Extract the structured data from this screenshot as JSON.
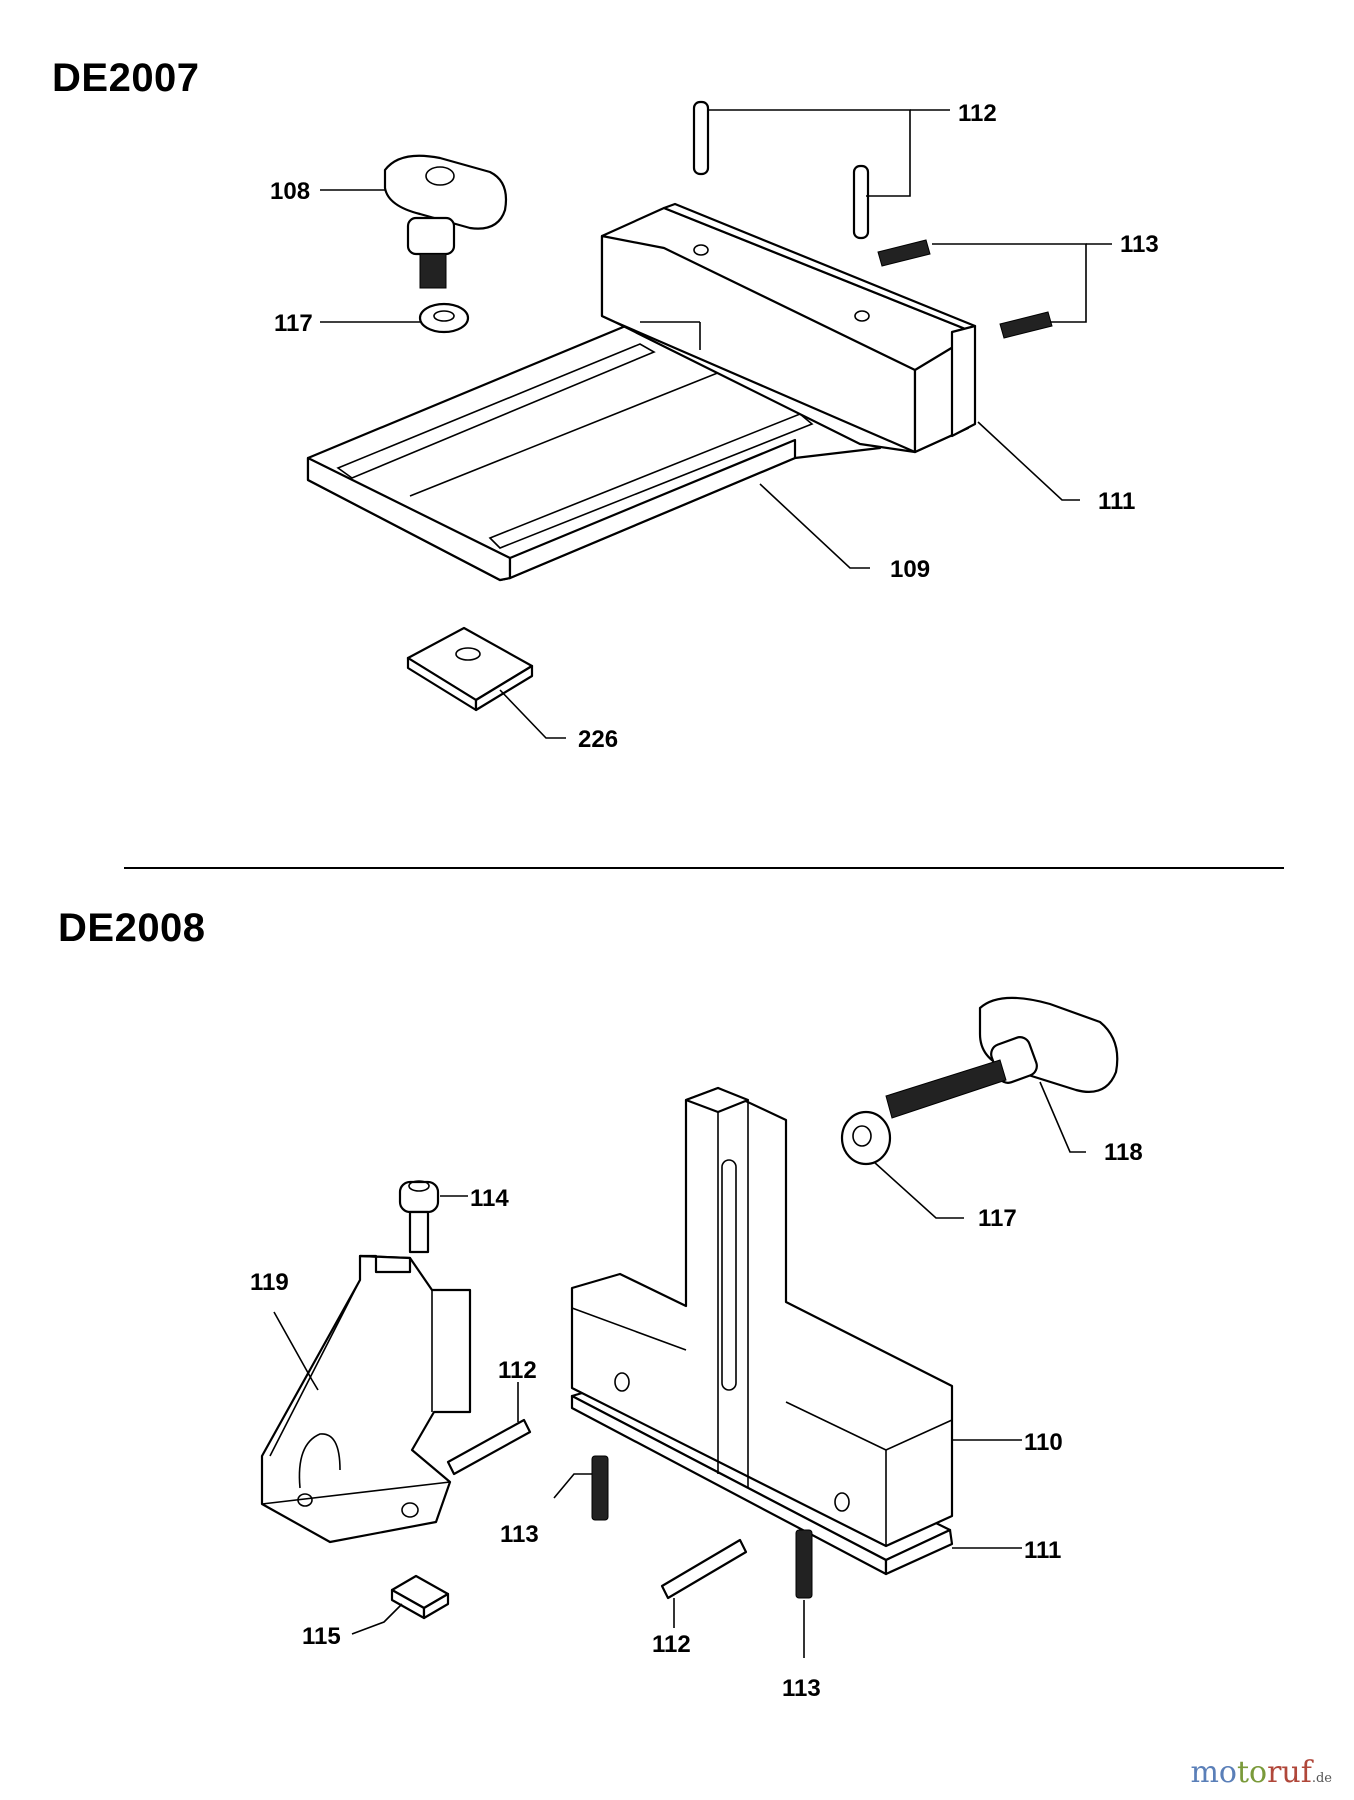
{
  "sections": [
    {
      "title": "DE2007",
      "callouts": [
        "112",
        "108",
        "113",
        "117",
        "111",
        "109",
        "226"
      ]
    },
    {
      "title": "DE2008",
      "callouts": [
        "118",
        "114",
        "117",
        "119",
        "112",
        "110",
        "113",
        "111",
        "115",
        "112",
        "113"
      ]
    }
  ],
  "watermark": {
    "part1": "mo",
    "part2": "to",
    "part3": "ruf",
    "tld": ".de"
  }
}
